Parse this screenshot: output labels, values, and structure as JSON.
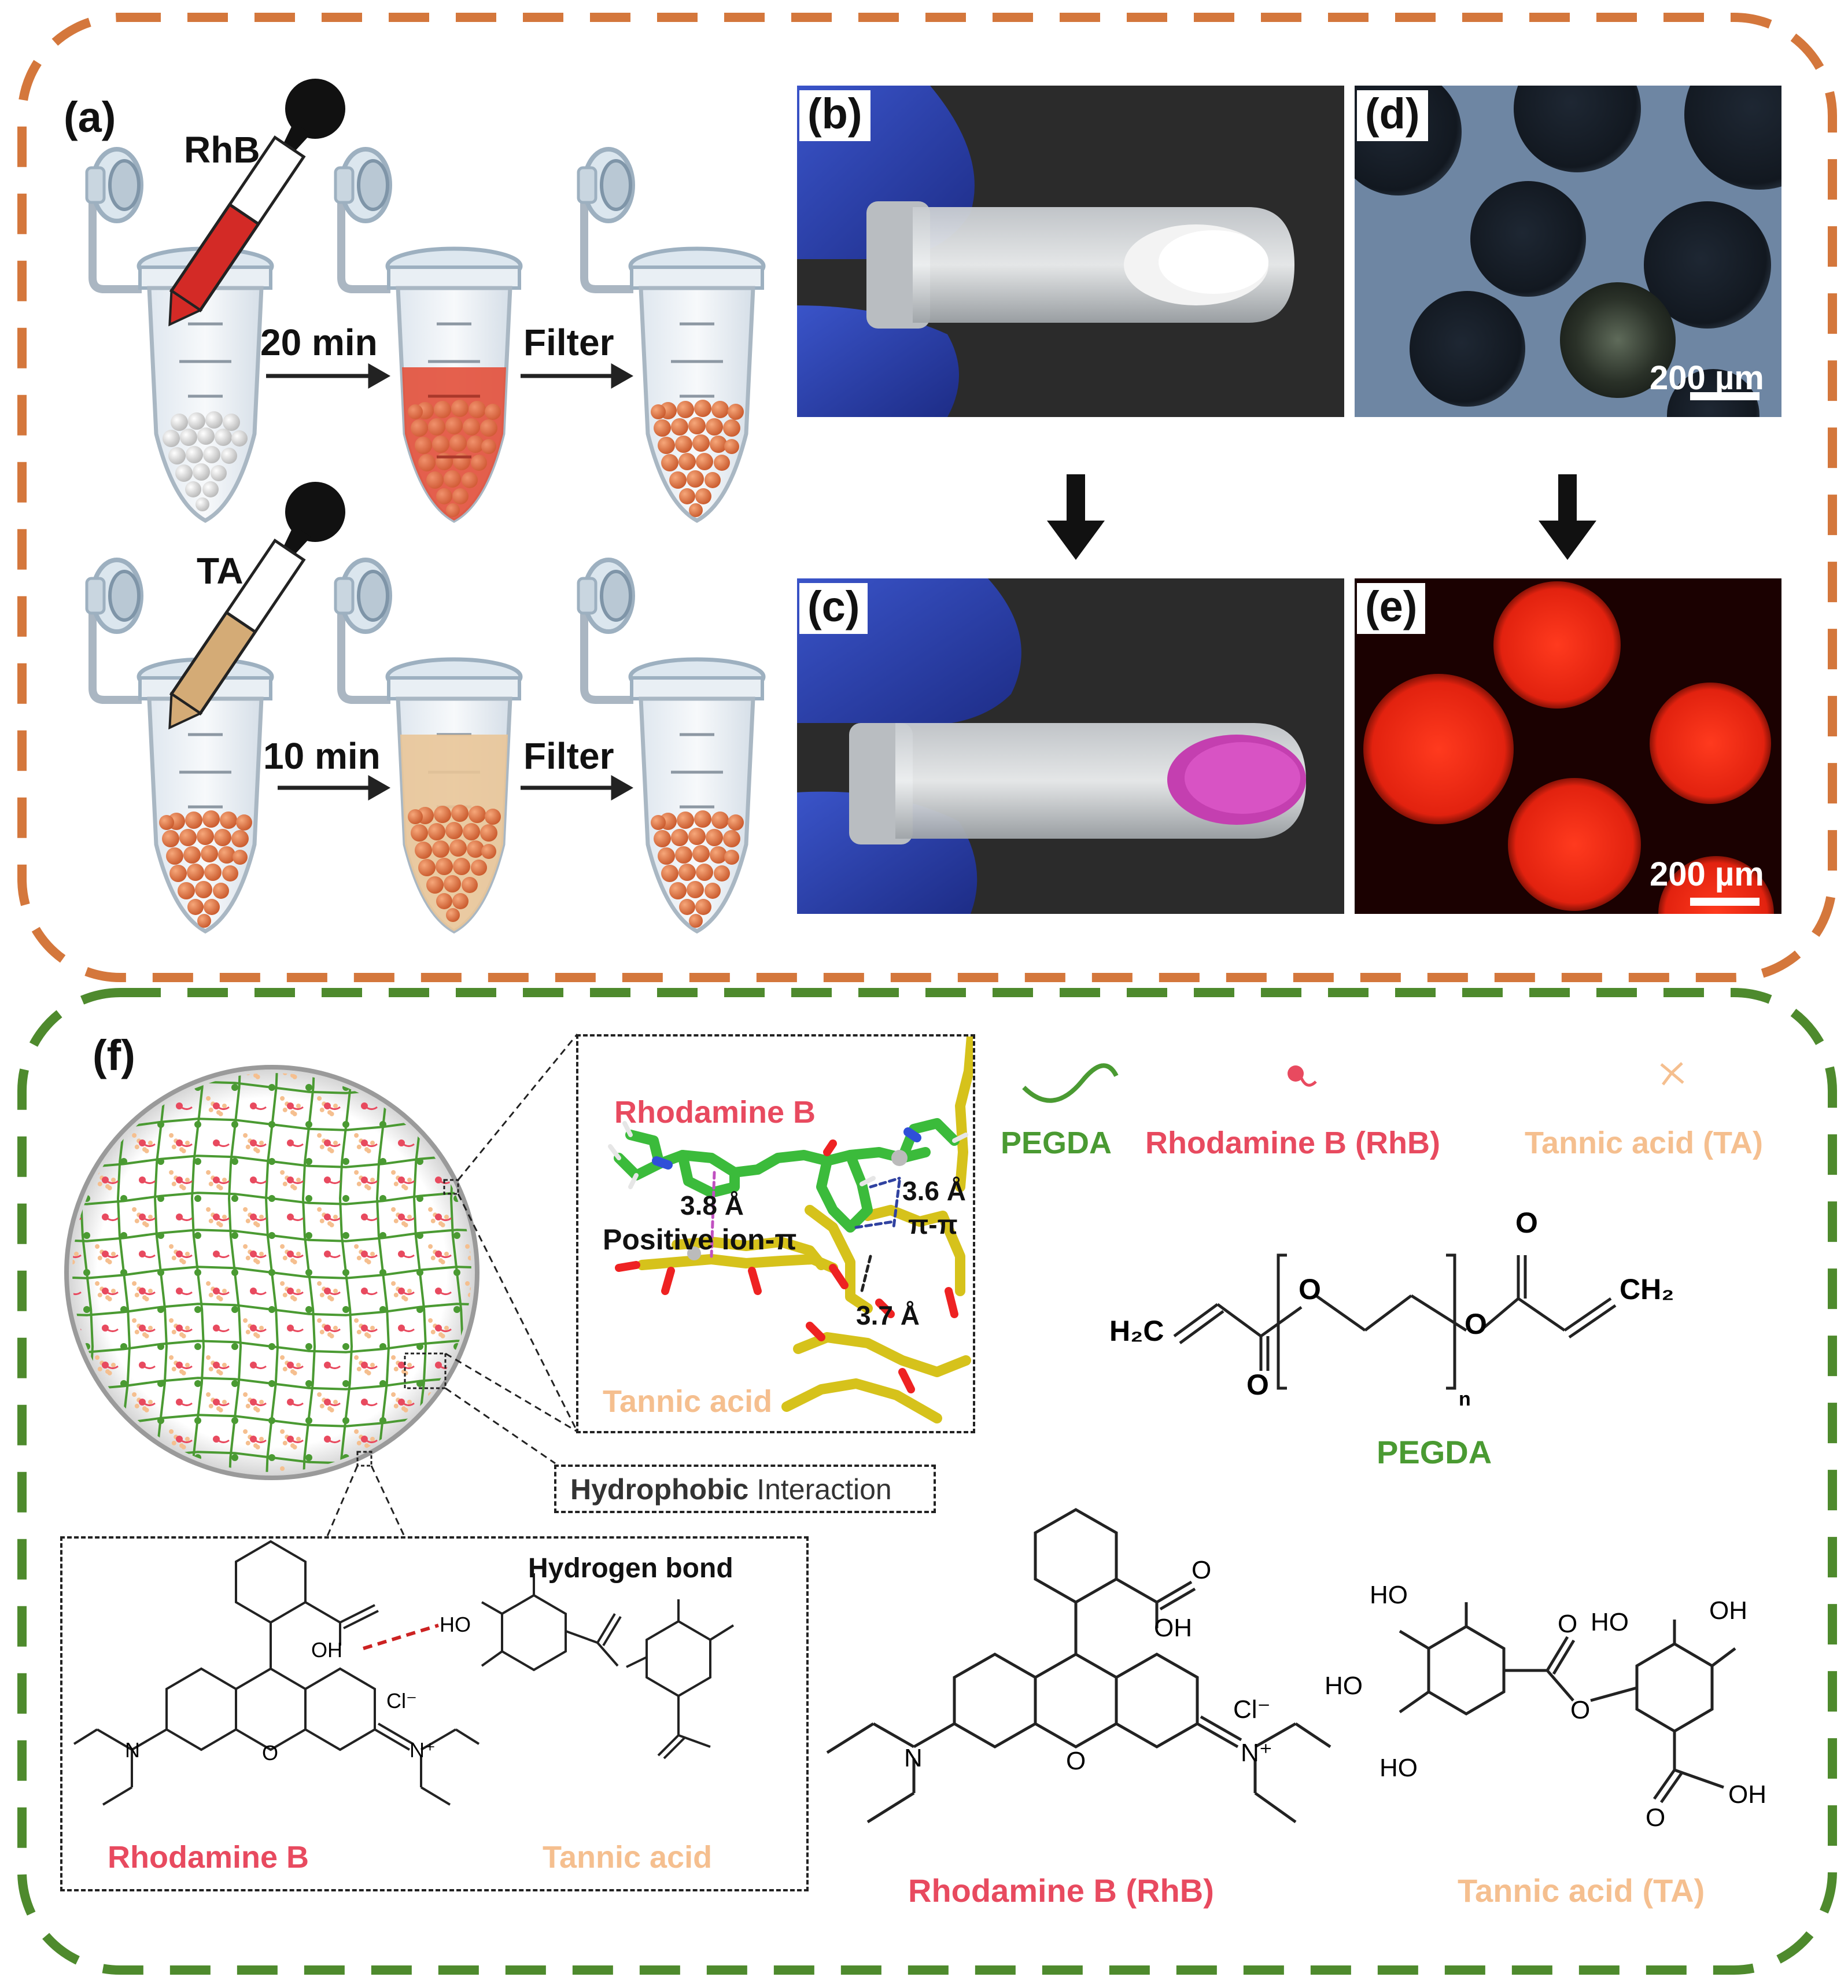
{
  "panels": {
    "a": "(a)",
    "b": "(b)",
    "c": "(c)",
    "d": "(d)",
    "e": "(e)",
    "f": "(f)"
  },
  "panel_a": {
    "reagent_top": "RhB",
    "reagent_bottom": "TA",
    "time_top": "20 min",
    "time_bottom": "10 min",
    "filter_top": "Filter",
    "filter_bottom": "Filter"
  },
  "scale_bars": {
    "d": "200 µm",
    "e": "200 µm"
  },
  "panel_f": {
    "inset_title": "Rhodamine B",
    "inset_tannic": "Tannic acid",
    "dist_1": "3.8 Å",
    "dist_2": "3.6 Å",
    "dist_3": "3.7 Å",
    "positive_ion_pi": "Positive ion-π",
    "pi_pi": "π-π",
    "hydrophobic_a": "Hydrophobic",
    "hydrophobic_b": " Interaction",
    "hydrogen_bond": "Hydrogen bond",
    "hb_rhodamine": "Rhodamine B",
    "hb_tannic": "Tannic acid",
    "legend_pegda": "PEGDA",
    "legend_rhb": "Rhodamine B (RhB)",
    "legend_ta": "Tannic acid (TA)",
    "pegda_caption": "PEGDA",
    "rhb_caption": "Rhodamine B (RhB)",
    "ta_caption": "Tannic acid (TA)",
    "pegda_h2c": "H₂C",
    "pegda_ch2": "CH₂",
    "pegda_o": "O",
    "pegda_n": "n",
    "cl": "Cl⁻",
    "oh": "OH",
    "ho": "HO",
    "n_atom": "N",
    "n_plus": "N⁺",
    "o_atom": "O"
  },
  "colors": {
    "orange_border": "#d4773c",
    "green_border": "#4e8a2d",
    "pegda_green": "#4a9a32",
    "rhb_red": "#e84a5f",
    "ta_orange": "#f5bf8f",
    "bead_orange": "#e4804e",
    "bead_gray": "#d9d9d9",
    "fluor_red": "#e8261a"
  }
}
